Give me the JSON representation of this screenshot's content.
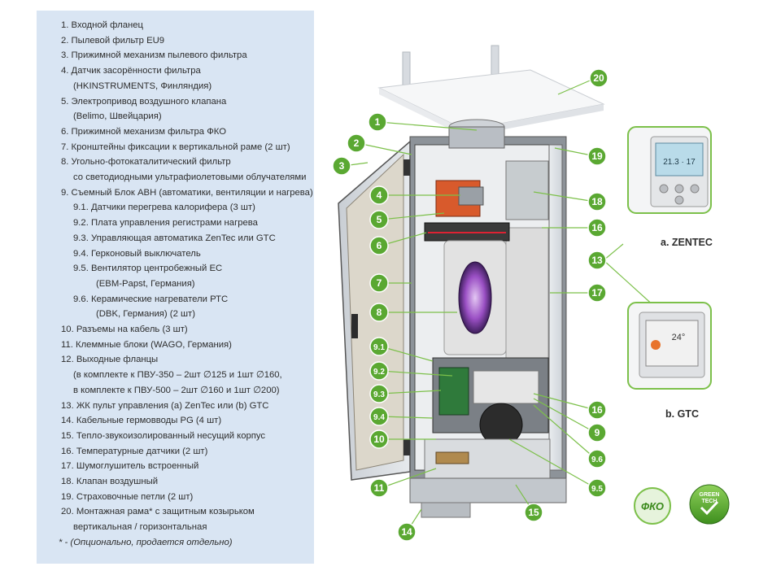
{
  "legend": [
    {
      "text": "1. Входной фланец",
      "indent": 0
    },
    {
      "text": "2. Пылевой фильтр EU9",
      "indent": 0
    },
    {
      "text": "3. Прижимной механизм пылевого фильтра",
      "indent": 0
    },
    {
      "text": "4. Датчик засорённости фильтра",
      "indent": 0
    },
    {
      "text": "(HKINSTRUMENTS, Финляндия)",
      "indent": 1
    },
    {
      "text": "5. Электропривод воздушного клапана",
      "indent": 0
    },
    {
      "text": "(Belimo, Швейцария)",
      "indent": 1
    },
    {
      "text": "6. Прижимной механизм фильтра ФКО",
      "indent": 0
    },
    {
      "text": "7. Кронштейны фиксации к вертикальной раме (2 шт)",
      "indent": 0
    },
    {
      "text": "8. Угольно-фотокаталитический фильтр",
      "indent": 0
    },
    {
      "text": "со светодиодными ультрафиолетовыми облучателями",
      "indent": 1
    },
    {
      "text": "9. Съемный Блок АВН (автоматики, вентиляции и нагрева)",
      "indent": 0
    },
    {
      "text": "9.1. Датчики перегрева калорифера (3 шт)",
      "indent": 2
    },
    {
      "text": "9.2. Плата управления регистрами нагрева",
      "indent": 2
    },
    {
      "text": "9.3. Управляющая автоматика ZenTec или GTC",
      "indent": 2
    },
    {
      "text": "9.4. Герконовый выключатель",
      "indent": 2
    },
    {
      "text": "9.5. Вентилятор центробежный ЕС",
      "indent": 2
    },
    {
      "text": "(EBM-Papst, Германия)",
      "indent": 3
    },
    {
      "text": "9.6. Керамические нагреватели РТС",
      "indent": 2
    },
    {
      "text": "(DBK, Германия) (2 шт)",
      "indent": 3
    },
    {
      "text": "10. Разъемы на кабель (3 шт)",
      "indent": 0
    },
    {
      "text": "11. Клеммные блоки (WAGO, Германия)",
      "indent": 0
    },
    {
      "text": "12. Выходные фланцы",
      "indent": 0
    },
    {
      "text": "(в комплекте к ПВУ-350 – 2шт ∅125 и 1шт ∅160,",
      "indent": 1
    },
    {
      "text": "в комплекте к ПВУ-500 – 2шт ∅160 и 1шт ∅200)",
      "indent": 1
    },
    {
      "text": "13. ЖК пульт управления (a) ZenTec или (b) GTC",
      "indent": 0
    },
    {
      "text": "14. Кабельные гермовводы PG (4 шт)",
      "indent": 0
    },
    {
      "text": "15. Тепло-звукоизолированный несущий корпус",
      "indent": 0
    },
    {
      "text": "16. Температурные датчики (2 шт)",
      "indent": 0
    },
    {
      "text": "17. Шумоглушитель встроенный",
      "indent": 0
    },
    {
      "text": "18. Клапан воздушный",
      "indent": 0
    },
    {
      "text": "19. Страховочные петли (2 шт)",
      "indent": 0
    },
    {
      "text": "20. Монтажная рама* с защитным козырьком",
      "indent": 0
    },
    {
      "text": "вертикальная / горизонтальная",
      "indent": 1
    },
    {
      "text": "* - (Опционально, продается отдельно)",
      "indent": 4
    }
  ],
  "callouts": [
    "20",
    "1",
    "19",
    "2",
    "3",
    "4",
    "18",
    "5",
    "16",
    "6",
    "7",
    "17",
    "8",
    "9.1",
    "9.2",
    "9.3",
    "9.4",
    "10",
    "16",
    "9",
    "9.6",
    "9.5",
    "11",
    "15",
    "14",
    "13"
  ],
  "controllers": {
    "zentec_label": "a. ZENTEC",
    "gtc_label": "b. GTC",
    "zentec_display": "21.3 · 17",
    "gtc_display": "24°"
  },
  "badges": {
    "fko": "ФКО",
    "green_tech_line1": "GREEN",
    "green_tech_line2": "TECH"
  },
  "colors": {
    "panel_bg": "#d9e5f3",
    "callout_green": "#5aa832",
    "leader_green": "#7cc04a"
  }
}
